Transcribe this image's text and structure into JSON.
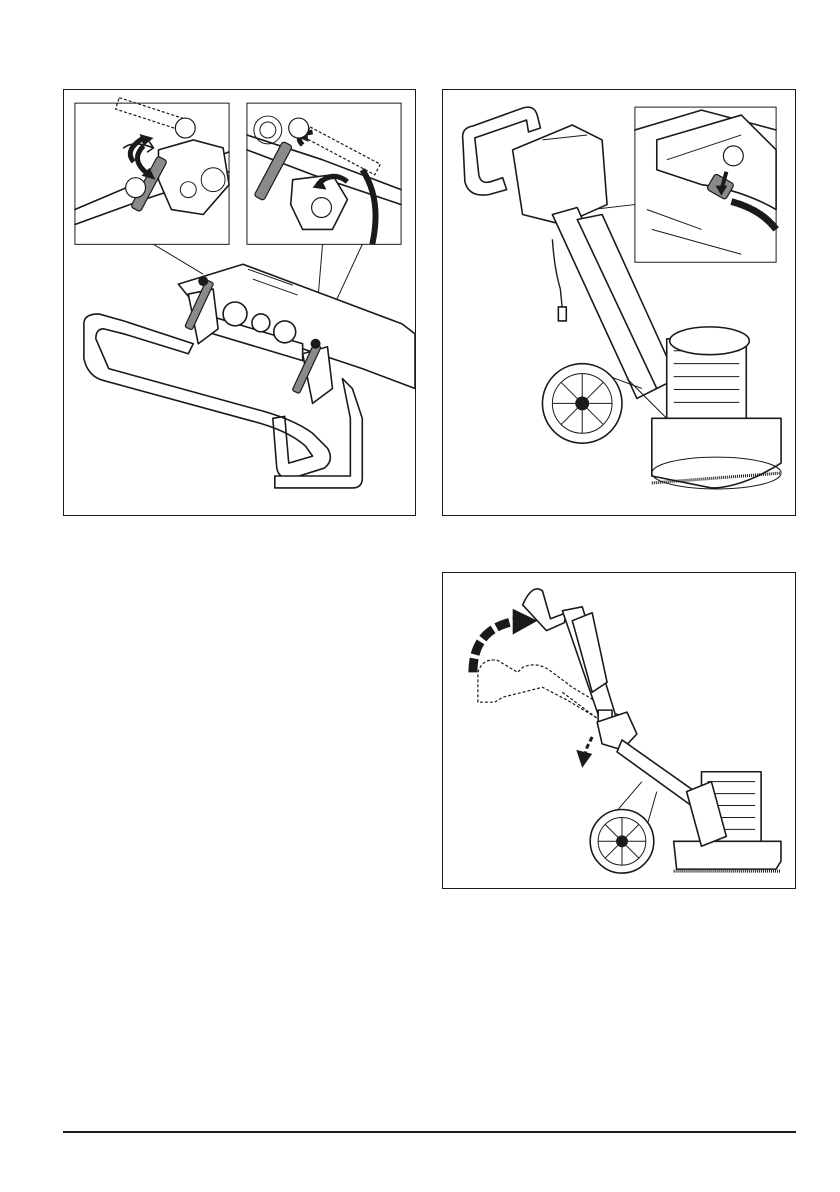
{
  "figures": [
    {
      "id": "handle-clamps",
      "callouts": [
        "",
        "",
        ""
      ]
    },
    {
      "id": "cable-connect",
      "callouts": [
        ""
      ]
    },
    {
      "id": "handle-fold",
      "callouts": []
    }
  ],
  "footer": {
    "text": ""
  }
}
